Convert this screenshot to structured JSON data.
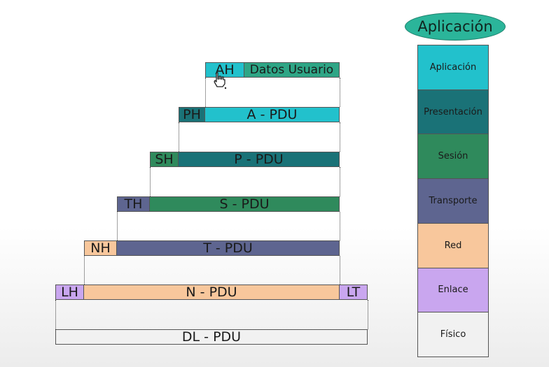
{
  "colors": {
    "aplicacion": "#22c1cc",
    "presentacion": "#1a7277",
    "sesion": "#2f8a5c",
    "transporte": "#5e6590",
    "red": "#f8c79c",
    "enlace": "#c9a6ef",
    "fisico": "#f1f1f1",
    "datos": "#2ea585"
  },
  "encapsulation": {
    "ah": "AH",
    "datos_usuario": "Datos Usuario",
    "ph": "PH",
    "a_pdu": "A - PDU",
    "sh": "SH",
    "p_pdu": "P - PDU",
    "th": "TH",
    "s_pdu": "S - PDU",
    "nh": "NH",
    "t_pdu": "T - PDU",
    "lh": "LH",
    "n_pdu": "N - PDU",
    "lt": "LT",
    "dl_pdu": "DL - PDU"
  },
  "stack": {
    "title": "Aplicación",
    "layers": [
      "Aplicación",
      "Presentación",
      "Sesión",
      "Transporte",
      "Red",
      "Enlace",
      "Físico"
    ]
  }
}
